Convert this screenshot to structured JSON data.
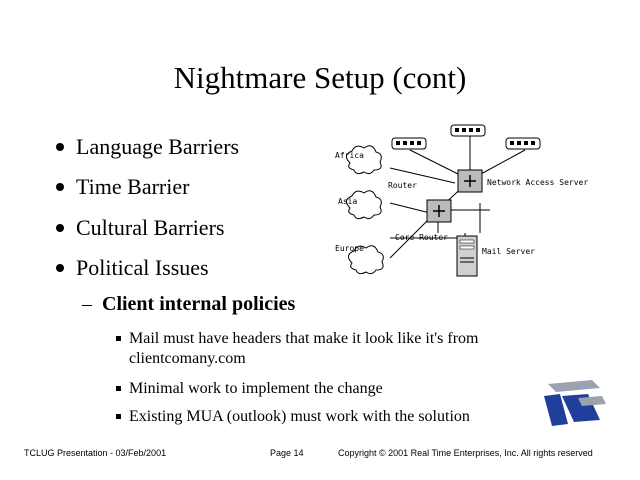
{
  "slide": {
    "title": "Nightmare Setup (cont)",
    "bullets": [
      "Language Barriers",
      "Time Barrier",
      "Cultural Barriers",
      "Political Issues"
    ],
    "sub_bullet": "Client internal policies",
    "sub_sub_bullets": [
      {
        "line1": "Mail must have headers that make it look like it's from",
        "line2": "clientcomany.com"
      },
      {
        "line1": "Minimal work to implement the change",
        "line2": ""
      },
      {
        "line1": "Existing MUA (outlook) must work with the solution",
        "line2": ""
      }
    ]
  },
  "diagram": {
    "labels": {
      "africa": "Africa",
      "asia": "Asia",
      "europe": "Europe",
      "router1": "Router",
      "router2": "Core Router",
      "nas": "Network Access Server",
      "mail": "Mail Server"
    }
  },
  "footer": {
    "left": "TCLUG Presentation - 03/Feb/2001",
    "center": "Page 14",
    "right": "Copyright © 2001 Real Time Enterprises, Inc.  All rights reserved"
  },
  "colors": {
    "logo_blue": "#1f3f9a",
    "logo_gray": "#9aa3ad"
  }
}
